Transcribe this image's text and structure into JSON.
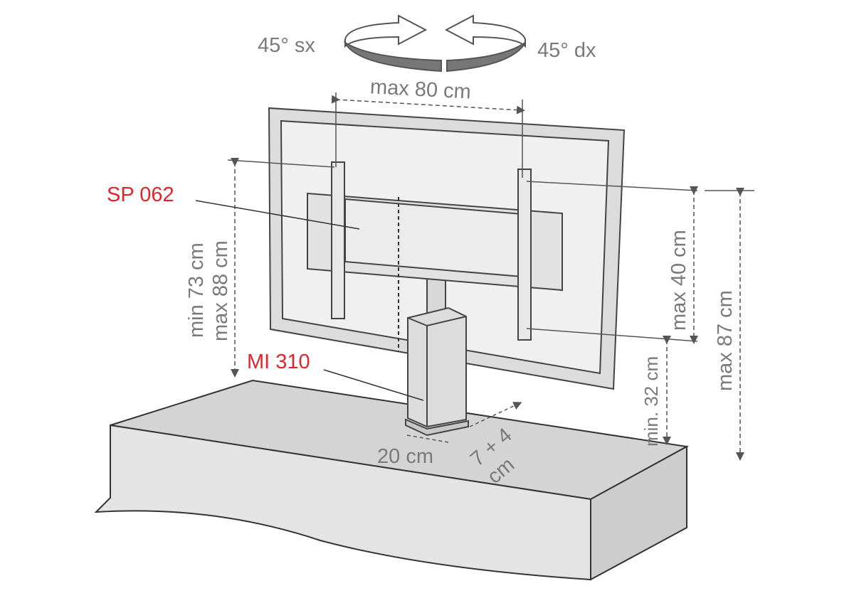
{
  "rotation": {
    "left": "45° sx",
    "right": "45° dx"
  },
  "dimensions": {
    "width_max": "max 80 cm",
    "height_min": "min 73 cm",
    "height_max": "max 88 cm",
    "bracket_height": "max 40 cm",
    "total_height": "max 87 cm",
    "min_clearance": "min. 32 cm",
    "base_width": "20 cm",
    "base_depth_1": "7 + 4",
    "base_depth_2": "cm"
  },
  "parts": {
    "bracket": "SP 062",
    "column": "MI 310"
  },
  "colors": {
    "label_red": "#e3242b",
    "text_gray": "#7a7a7a"
  }
}
